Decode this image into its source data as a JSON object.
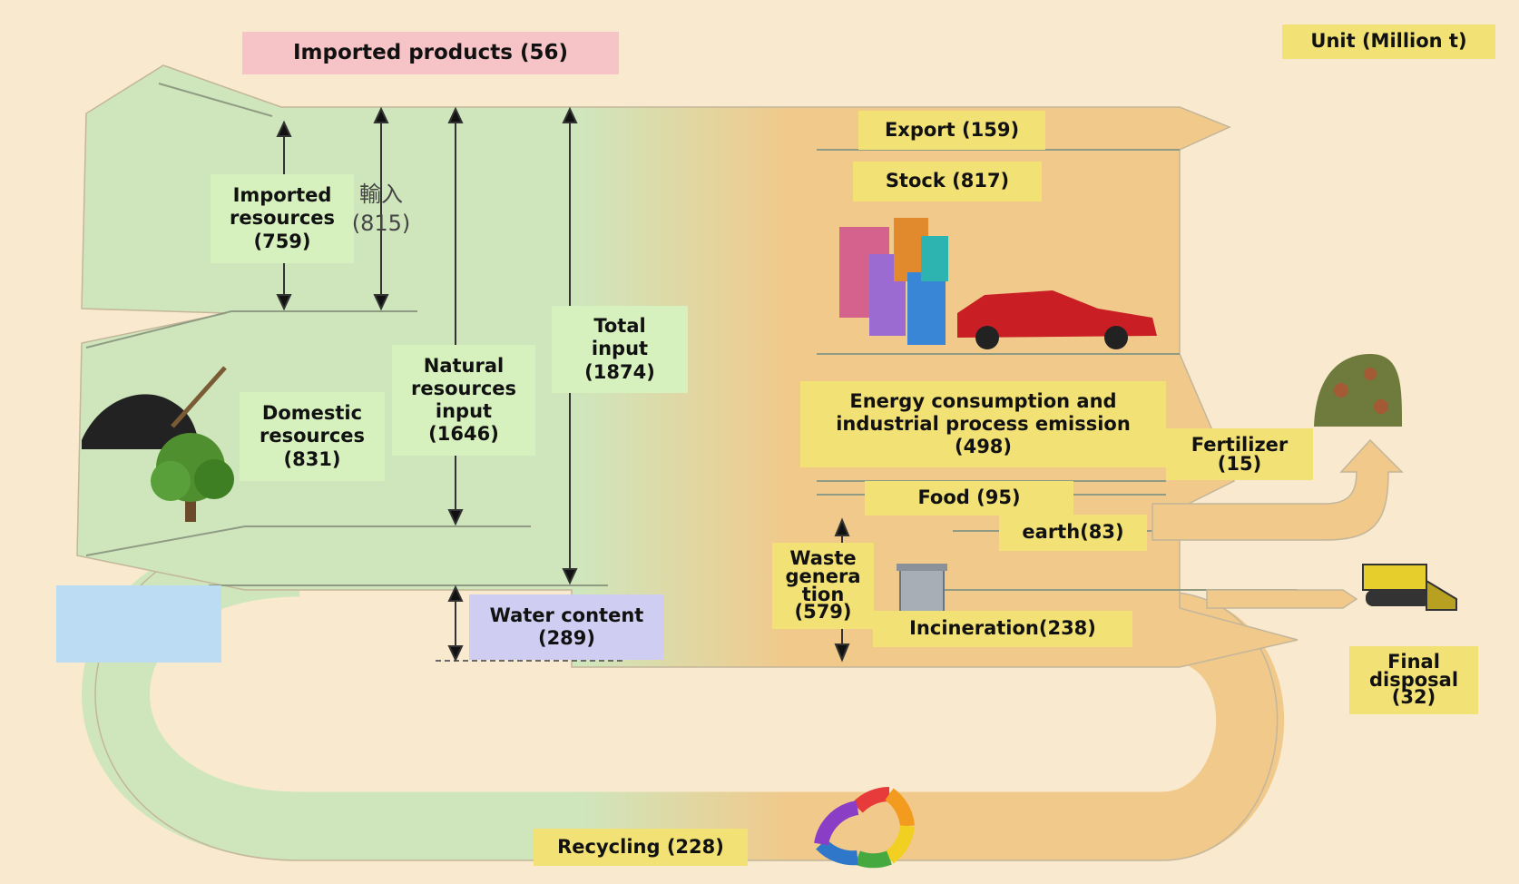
{
  "unit_label": "Unit (Million t)",
  "colors": {
    "background": "#f8e9cf",
    "input_side": "#cfe6bd",
    "output_side": "#f1c98b",
    "water": "#bcdcf4",
    "green_label": "#d6f1bd",
    "yellow_label": "#f2e174",
    "pink_label": "#f6c3c6",
    "violet_label": "#cfcdf1"
  },
  "labels": {
    "imported_products": "Imported products (56)",
    "imported_resources": "Imported\nresources\n(759)",
    "imports_total_jp": "輸入\n(815)",
    "domestic_resources": "Domestic\nresources\n(831)",
    "natural_resources_input": "Natural\nresources\ninput\n(1646)",
    "total_input": "Total\ninput\n(1874)",
    "water_content": "Water content\n(289)",
    "export": "Export (159)",
    "stock": "Stock (817)",
    "energy_consumption": "Energy consumption and\nindustrial process emission\n(498)",
    "fertilizer": "Fertilizer\n(15)",
    "food": "Food (95)",
    "earth": "earth(83)",
    "waste_generation": "Waste\ngenera\ntion\n(579)",
    "incineration": "Incineration(238)",
    "final_disposal": "Final\ndisposal\n(32)",
    "recycling": "Recycling (228)"
  },
  "icons": [
    "soil-pile-icon",
    "tree-icon",
    "buildings-icon",
    "car-icon",
    "trash-can-icon",
    "compost-pile-icon",
    "bulldozer-icon",
    "recycle-ring-icon"
  ]
}
